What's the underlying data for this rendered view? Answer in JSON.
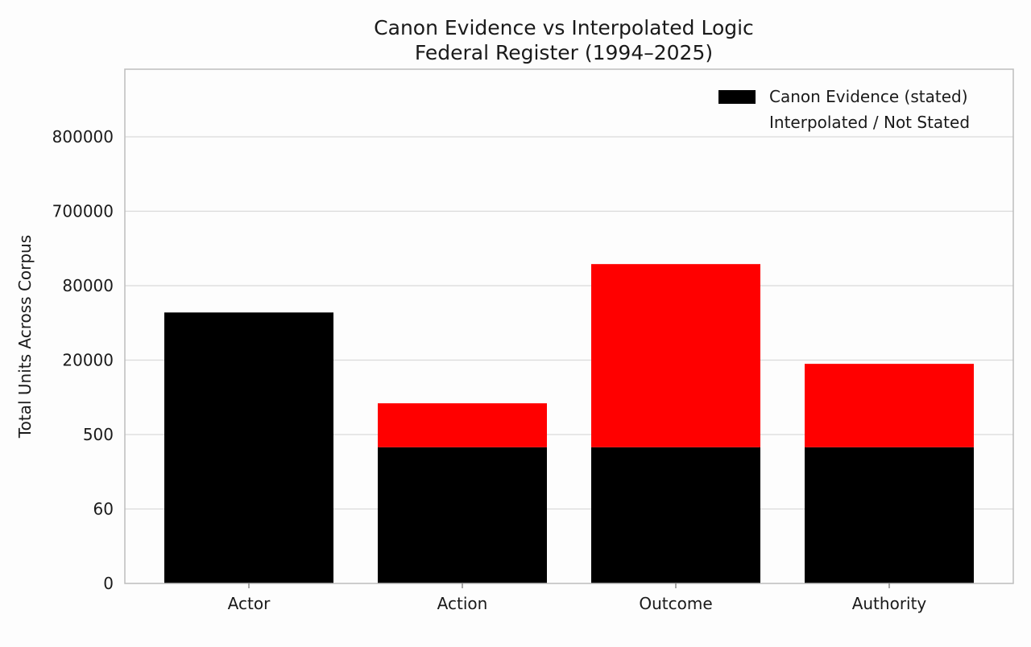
{
  "chart_data": {
    "type": "bar",
    "stacked": true,
    "title": "Canon Evidence vs Interpolated Logic",
    "subtitle": "Federal Register (1994–2025)",
    "xlabel": "",
    "ylabel": "Total Units Across Corpus",
    "categories": [
      "Actor",
      "Action",
      "Outcome",
      "Authority"
    ],
    "y_tick_labels": [
      "0",
      "60",
      "500",
      "20000",
      "80000",
      "700000",
      "800000"
    ],
    "y_scale": "categorical-ticks (labels as printed; positions evenly spaced)",
    "ylim_in_tick_steps": [
      0,
      7
    ],
    "series": [
      {
        "name": "Canon Evidence (stated)",
        "color": "#000000",
        "values_in_tick_steps": [
          3.64,
          1.83,
          1.83,
          1.83
        ]
      },
      {
        "name": "Interpolated / Not Stated",
        "color": "#ff0000",
        "values_in_tick_steps": [
          0.0,
          0.59,
          2.46,
          1.12
        ]
      }
    ],
    "grid": "horizontal",
    "legend_position": "top-right"
  }
}
